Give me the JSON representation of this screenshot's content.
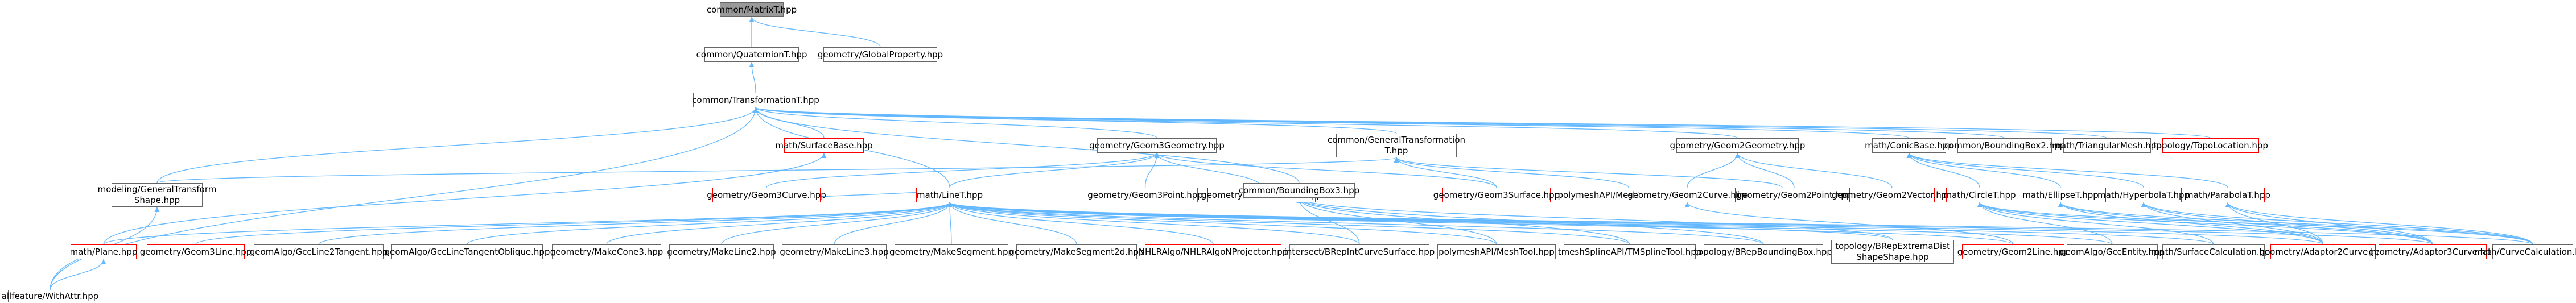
{
  "colors": {
    "edge": "#63b8ff",
    "border": "#666666",
    "missing_border": "#ff0000",
    "root_fill": "#999999"
  },
  "nodes": [
    {
      "id": "root",
      "label": "common/MatrixT.hpp",
      "style": "root"
    },
    {
      "id": "quat",
      "label": "common/QuaternionT.hpp"
    },
    {
      "id": "globprop",
      "label": "geometry/GlobalProperty.hpp"
    },
    {
      "id": "transf",
      "label": "common/TransformationT.hpp"
    },
    {
      "id": "surfbase",
      "label": "math/SurfaceBase.hpp",
      "style": "red"
    },
    {
      "id": "g3geom",
      "label": "geometry/Geom3Geometry.hpp"
    },
    {
      "id": "gentransT",
      "label": "common/GeneralTransformation\nT.hpp"
    },
    {
      "id": "g2geom",
      "label": "geometry/Geom2Geometry.hpp"
    },
    {
      "id": "conic",
      "label": "math/ConicBase.hpp"
    },
    {
      "id": "bbox2",
      "label": "common/BoundingBox2.hpp"
    },
    {
      "id": "trimesh",
      "label": "math/TriangularMesh.hpp"
    },
    {
      "id": "topoloc",
      "label": "topology/TopoLocation.hpp",
      "style": "red"
    },
    {
      "id": "modgt",
      "label": "modeling/GeneralTransform\nShape.hpp"
    },
    {
      "id": "g3curve",
      "label": "geometry/Geom3Curve.hpp",
      "style": "red"
    },
    {
      "id": "line",
      "label": "math/LineT.hpp",
      "style": "red"
    },
    {
      "id": "g3point",
      "label": "geometry/Geom3Point.hpp"
    },
    {
      "id": "g3vec",
      "label": "geometry/Geom3Vector.hpp",
      "style": "red"
    },
    {
      "id": "g3surf",
      "label": "geometry/Geom3Surface.hpp",
      "style": "red"
    },
    {
      "id": "polytrans",
      "label": "polymeshAPI/MeshTransform.hpp"
    },
    {
      "id": "tmeshtrans",
      "label": "tmeshSplineAPI/TMSplineTransform.hpp"
    },
    {
      "id": "bbox3",
      "label": "common/BoundingBox3.hpp"
    },
    {
      "id": "g2curve",
      "label": "geometry/Geom2Curve.hpp",
      "style": "red"
    },
    {
      "id": "g2point",
      "label": "geometry/Geom2Point.hpp"
    },
    {
      "id": "g2vec",
      "label": "geometry/Geom2Vector.hpp",
      "style": "red"
    },
    {
      "id": "circle",
      "label": "math/CircleT.hpp",
      "style": "red"
    },
    {
      "id": "ellipse",
      "label": "math/EllipseT.hpp",
      "style": "red"
    },
    {
      "id": "hyper",
      "label": "math/HyperbolaT.hpp",
      "style": "red"
    },
    {
      "id": "parab",
      "label": "math/ParabolaT.hpp",
      "style": "red"
    },
    {
      "id": "plane",
      "label": "math/Plane.hpp",
      "style": "red"
    },
    {
      "id": "g3line",
      "label": "geometry/Geom3Line.hpp",
      "style": "red"
    },
    {
      "id": "gcctan",
      "label": "geomAlgo/GccLine2Tangent.hpp"
    },
    {
      "id": "gccobl",
      "label": "geomAlgo/GccLineTangentOblique.hpp"
    },
    {
      "id": "mcone3",
      "label": "geometry/MakeCone3.hpp"
    },
    {
      "id": "mline2",
      "label": "geometry/MakeLine2.hpp"
    },
    {
      "id": "mline3",
      "label": "geometry/MakeLine3.hpp"
    },
    {
      "id": "mseg",
      "label": "geometry/MakeSegment.hpp"
    },
    {
      "id": "mseg2d",
      "label": "geometry/MakeSegment2d.hpp"
    },
    {
      "id": "hlr",
      "label": "NHLRAlgo/NHLRAlgoNProjector.hpp",
      "style": "red"
    },
    {
      "id": "intcs",
      "label": "intersect/BRepIntCurveSurface.hpp"
    },
    {
      "id": "polytool",
      "label": "polymeshAPI/MeshTool.hpp"
    },
    {
      "id": "tmeshtool",
      "label": "tmeshSplineAPI/TMSplineTool.hpp"
    },
    {
      "id": "topobb",
      "label": "topology/BRepBoundingBox.hpp"
    },
    {
      "id": "extss",
      "label": "topology/BRepExtremaDist\nShapeShape.hpp"
    },
    {
      "id": "g2line",
      "label": "geometry/Geom2Line.hpp",
      "style": "red"
    },
    {
      "id": "gccent",
      "label": "geomAlgo/GccEntity.hpp"
    },
    {
      "id": "surfcalc",
      "label": "math/SurfaceCalculation.hpp"
    },
    {
      "id": "ad2c",
      "label": "geometry/Adaptor2Curve.hpp",
      "style": "red"
    },
    {
      "id": "ad3c",
      "label": "geometry/Adaptor3Curve.hpp",
      "style": "red"
    },
    {
      "id": "curvecalc",
      "label": "math/CurveCalculation.hpp"
    },
    {
      "id": "allfeat",
      "label": "allfeature/WithAttr.hpp"
    }
  ],
  "edges": [
    [
      "quat",
      "root"
    ],
    [
      "globprop",
      "root"
    ],
    [
      "transf",
      "quat"
    ],
    [
      "surfbase",
      "transf"
    ],
    [
      "g3geom",
      "transf"
    ],
    [
      "gentransT",
      "transf"
    ],
    [
      "g2geom",
      "transf"
    ],
    [
      "conic",
      "transf"
    ],
    [
      "bbox2",
      "transf"
    ],
    [
      "trimesh",
      "transf"
    ],
    [
      "topoloc",
      "transf"
    ],
    [
      "modgt",
      "transf"
    ],
    [
      "line",
      "transf"
    ],
    [
      "bbox3",
      "transf"
    ],
    [
      "allfeat",
      "transf"
    ],
    [
      "g3curve",
      "g3geom"
    ],
    [
      "g3point",
      "g3geom"
    ],
    [
      "g3vec",
      "g3geom"
    ],
    [
      "g3surf",
      "g3geom"
    ],
    [
      "line",
      "g3geom"
    ],
    [
      "modgt",
      "gentransT"
    ],
    [
      "g3surf",
      "gentransT"
    ],
    [
      "polytrans",
      "gentransT"
    ],
    [
      "tmeshtrans",
      "gentransT"
    ],
    [
      "g2curve",
      "g2geom"
    ],
    [
      "g2point",
      "g2geom"
    ],
    [
      "g2vec",
      "g2geom"
    ],
    [
      "circle",
      "conic"
    ],
    [
      "ellipse",
      "conic"
    ],
    [
      "hyper",
      "conic"
    ],
    [
      "parab",
      "conic"
    ],
    [
      "allfeat",
      "modgt"
    ],
    [
      "plane",
      "surfbase"
    ],
    [
      "line",
      "g3curve"
    ],
    [
      "plane",
      "line"
    ],
    [
      "g3line",
      "line"
    ],
    [
      "gcctan",
      "line"
    ],
    [
      "gccobl",
      "line"
    ],
    [
      "mcone3",
      "line"
    ],
    [
      "mline2",
      "line"
    ],
    [
      "mline3",
      "line"
    ],
    [
      "mseg",
      "line"
    ],
    [
      "mseg2d",
      "line"
    ],
    [
      "hlr",
      "line"
    ],
    [
      "intcs",
      "line"
    ],
    [
      "polytool",
      "line"
    ],
    [
      "tmeshtool",
      "line"
    ],
    [
      "topobb",
      "line"
    ],
    [
      "extss",
      "line"
    ],
    [
      "g2line",
      "line"
    ],
    [
      "gccent",
      "line"
    ],
    [
      "surfcalc",
      "line"
    ],
    [
      "ad2c",
      "line"
    ],
    [
      "ad3c",
      "line"
    ],
    [
      "curvecalc",
      "line"
    ],
    [
      "intcs",
      "bbox3"
    ],
    [
      "polytool",
      "bbox3"
    ],
    [
      "tmeshtool",
      "bbox3"
    ],
    [
      "topobb",
      "bbox3"
    ],
    [
      "extss",
      "bbox3"
    ],
    [
      "g2line",
      "g2curve"
    ],
    [
      "gccent",
      "circle"
    ],
    [
      "surfcalc",
      "circle"
    ],
    [
      "ad2c",
      "circle"
    ],
    [
      "ad3c",
      "circle"
    ],
    [
      "curvecalc",
      "circle"
    ],
    [
      "ad2c",
      "ellipse"
    ],
    [
      "ad3c",
      "ellipse"
    ],
    [
      "curvecalc",
      "ellipse"
    ],
    [
      "ad2c",
      "hyper"
    ],
    [
      "ad3c",
      "hyper"
    ],
    [
      "curvecalc",
      "hyper"
    ],
    [
      "ad2c",
      "parab"
    ],
    [
      "ad3c",
      "parab"
    ],
    [
      "curvecalc",
      "parab"
    ],
    [
      "allfeat",
      "plane"
    ]
  ]
}
